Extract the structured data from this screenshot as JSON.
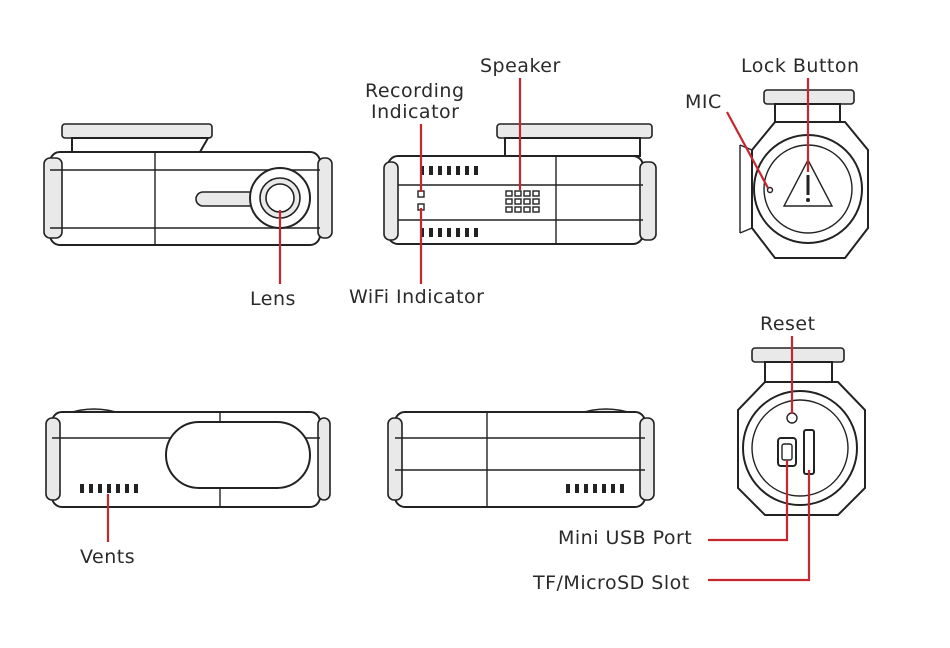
{
  "labels": {
    "speaker": "Speaker",
    "recording_line1": "Recording",
    "recording_line2": "Indicator",
    "lock_button": "Lock Button",
    "mic": "MIC",
    "lens": "Lens",
    "wifi_indicator": "WiFi Indicator",
    "reset": "Reset",
    "vents": "Vents",
    "mini_usb_port": "Mini USB Port",
    "tf_microsd_slot": "TF/MicroSD Slot"
  },
  "colors": {
    "callout_line": "#c6262e",
    "outline": "#222222",
    "label_text": "#2a2a2a"
  }
}
